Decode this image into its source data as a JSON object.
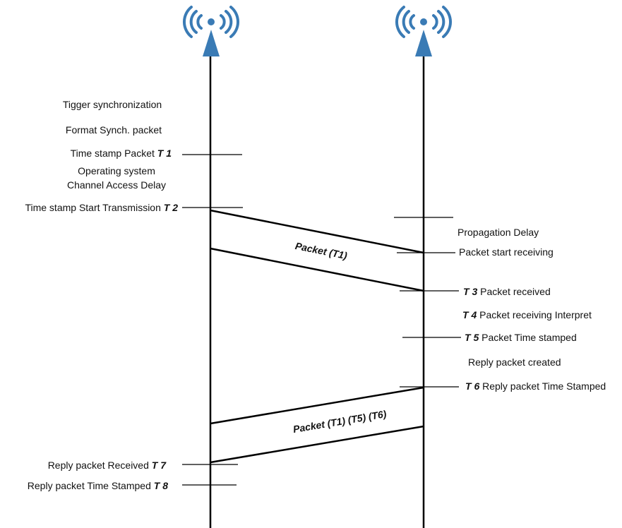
{
  "left_events": {
    "trigger": "Tigger synchronization",
    "format": "Format Synch. packet",
    "t1_prefix": "Time stamp Packet ",
    "t1_tag": "T 1",
    "os_line1": "Operating system",
    "os_line2": "Channel Access Delay",
    "t2_prefix": "Time stamp Start Transmission ",
    "t2_tag": "T 2",
    "t7_prefix": "Reply packet Received ",
    "t7_tag": "T 7",
    "t8_prefix": "Reply packet Time Stamped ",
    "t8_tag": "T 8"
  },
  "right_events": {
    "propagation": "Propagation Delay",
    "start_receiving": "Packet start receiving",
    "t3_tag": "T 3",
    "t3_text": " Packet received",
    "t4_tag": "T 4",
    "t4_text": " Packet receiving Interpret",
    "t5_tag": "T 5",
    "t5_text": " Packet Time stamped",
    "reply_created": "Reply packet created",
    "t6_tag": "T 6",
    "t6_text": " Reply packet Time Stamped"
  },
  "packets": {
    "forward": "Packet (T1)",
    "reply": "Packet (T1) (T5) (T6)"
  },
  "colors": {
    "antenna": "#3a7bb5",
    "lines": "#000000"
  },
  "icons": [
    "antenna-icon",
    "antenna-icon"
  ]
}
